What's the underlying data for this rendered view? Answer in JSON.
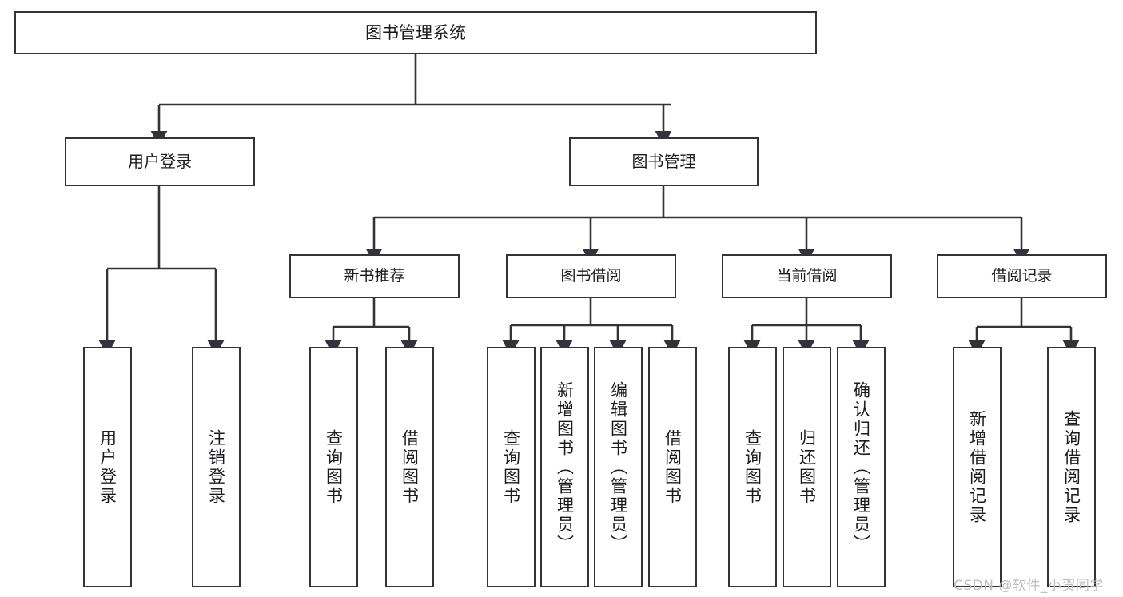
{
  "diagram": {
    "title": "图书管理系统",
    "type": "tree-hierarchy",
    "colors": {
      "box_border": "#33333a",
      "box_fill": "#ffffff",
      "edge": "#33333a",
      "text": "#1b1b1f",
      "watermark": "#bfbfbf",
      "background": "#ffffff"
    }
  },
  "watermark": {
    "text": "CSDN @软件_小贺同学"
  },
  "nodes": {
    "root": {
      "id": "root",
      "label": "图书管理系统",
      "level": 0,
      "orientation": "horizontal"
    },
    "level1": [
      {
        "id": "user-login",
        "label": "用户登录",
        "level": 1,
        "orientation": "horizontal"
      },
      {
        "id": "book-manage",
        "label": "图书管理",
        "level": 1,
        "orientation": "horizontal"
      }
    ],
    "level2": [
      {
        "id": "new-book-recommend",
        "label": "新书推荐",
        "level": 2,
        "orientation": "horizontal",
        "parent": "book-manage"
      },
      {
        "id": "book-borrow",
        "label": "图书借阅",
        "level": 2,
        "orientation": "horizontal",
        "parent": "book-manage"
      },
      {
        "id": "current-borrow",
        "label": "当前借阅",
        "level": 2,
        "orientation": "horizontal",
        "parent": "book-manage"
      },
      {
        "id": "borrow-record",
        "label": "借阅记录",
        "level": 2,
        "orientation": "horizontal",
        "parent": "book-manage"
      }
    ],
    "leaves": [
      {
        "id": "leaf-user-login",
        "label": "用户登录",
        "parent": "user-login",
        "orientation": "vertical"
      },
      {
        "id": "leaf-logout-login",
        "label": "注销登录",
        "parent": "user-login",
        "orientation": "vertical"
      },
      {
        "id": "leaf-query-book-1",
        "label": "查询图书",
        "parent": "new-book-recommend",
        "orientation": "vertical"
      },
      {
        "id": "leaf-borrow-book-1",
        "label": "借阅图书",
        "parent": "new-book-recommend",
        "orientation": "vertical"
      },
      {
        "id": "leaf-query-book-2",
        "label": "查询图书",
        "parent": "book-borrow",
        "orientation": "vertical"
      },
      {
        "id": "leaf-add-book",
        "label": "新增图书（管理员）",
        "parent": "book-borrow",
        "orientation": "vertical"
      },
      {
        "id": "leaf-edit-book",
        "label": "编辑图书（管理员）",
        "parent": "book-borrow",
        "orientation": "vertical"
      },
      {
        "id": "leaf-borrow-book-2",
        "label": "借阅图书",
        "parent": "book-borrow",
        "orientation": "vertical"
      },
      {
        "id": "leaf-query-book-3",
        "label": "查询图书",
        "parent": "current-borrow",
        "orientation": "vertical"
      },
      {
        "id": "leaf-return-book",
        "label": "归还图书",
        "parent": "current-borrow",
        "orientation": "vertical"
      },
      {
        "id": "leaf-confirm-return",
        "label": "确认归还（管理员）",
        "parent": "current-borrow",
        "orientation": "vertical"
      },
      {
        "id": "leaf-add-record",
        "label": "新增借阅记录",
        "parent": "borrow-record",
        "orientation": "vertical"
      },
      {
        "id": "leaf-query-record",
        "label": "查询借阅记录",
        "parent": "borrow-record",
        "orientation": "vertical"
      }
    ]
  }
}
